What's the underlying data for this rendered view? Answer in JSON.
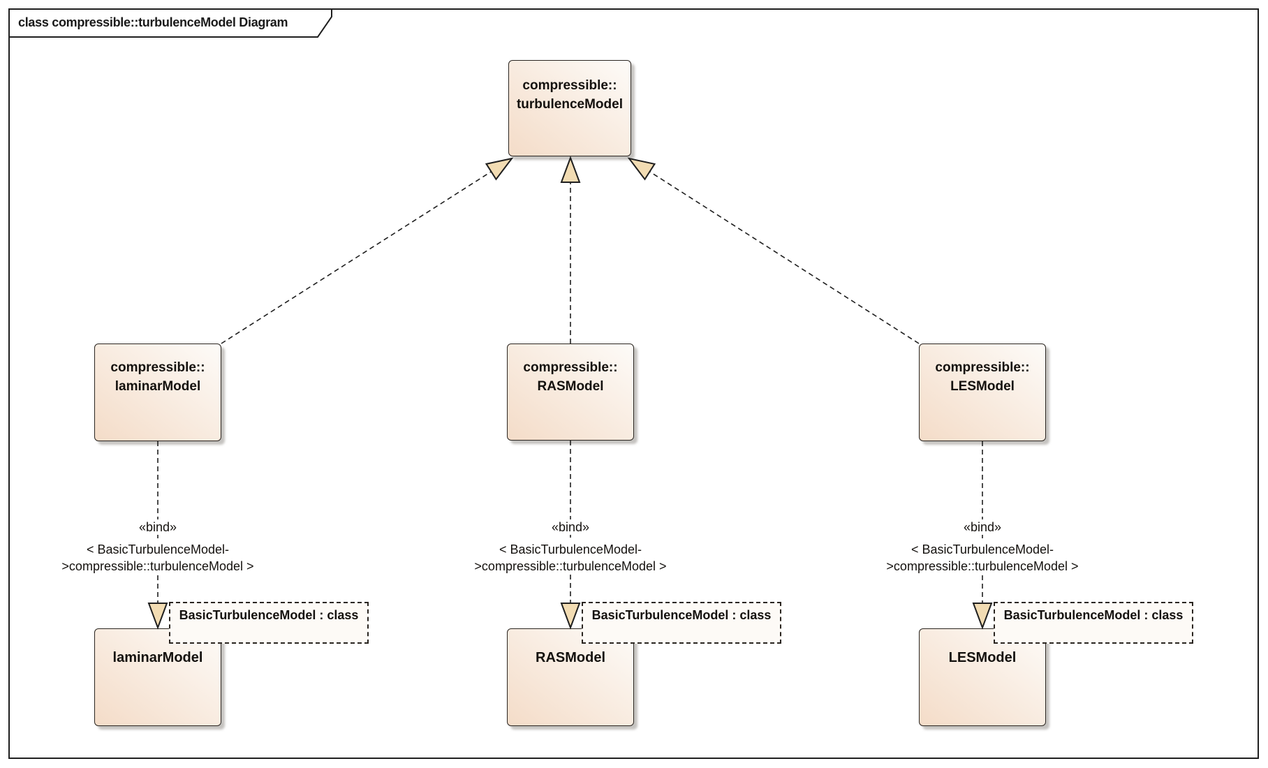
{
  "diagram": {
    "title": "class compressible::turbulenceModel Diagram"
  },
  "classes": {
    "top": {
      "line1": "compressible::",
      "line2": "turbulenceModel"
    },
    "laminar_mid": {
      "line1": "compressible::",
      "line2": "laminarModel"
    },
    "ras_mid": {
      "line1": "compressible::",
      "line2": "RASModel"
    },
    "les_mid": {
      "line1": "compressible::",
      "line2": "LESModel"
    },
    "laminar_bottom": {
      "name": "laminarModel"
    },
    "ras_bottom": {
      "name": "RASModel"
    },
    "les_bottom": {
      "name": "LESModel"
    }
  },
  "notes": {
    "binding_class": "BasicTurbulenceModel : class"
  },
  "bind_label": {
    "stereotype": "«bind»",
    "params_line1": "< BasicTurbulenceModel-",
    "params_line2": ">compressible::turbulenceModel >"
  },
  "colors": {
    "box_fill_start": "#f4dcc8",
    "box_fill_end": "#fdfbf8",
    "box_border": "#2a2520",
    "arrow_fill": "#f2dcb3",
    "line": "#1f1f1f",
    "shadow": "#9a948c",
    "note_fill": "#fdfaf6",
    "background": "#ffffff"
  }
}
